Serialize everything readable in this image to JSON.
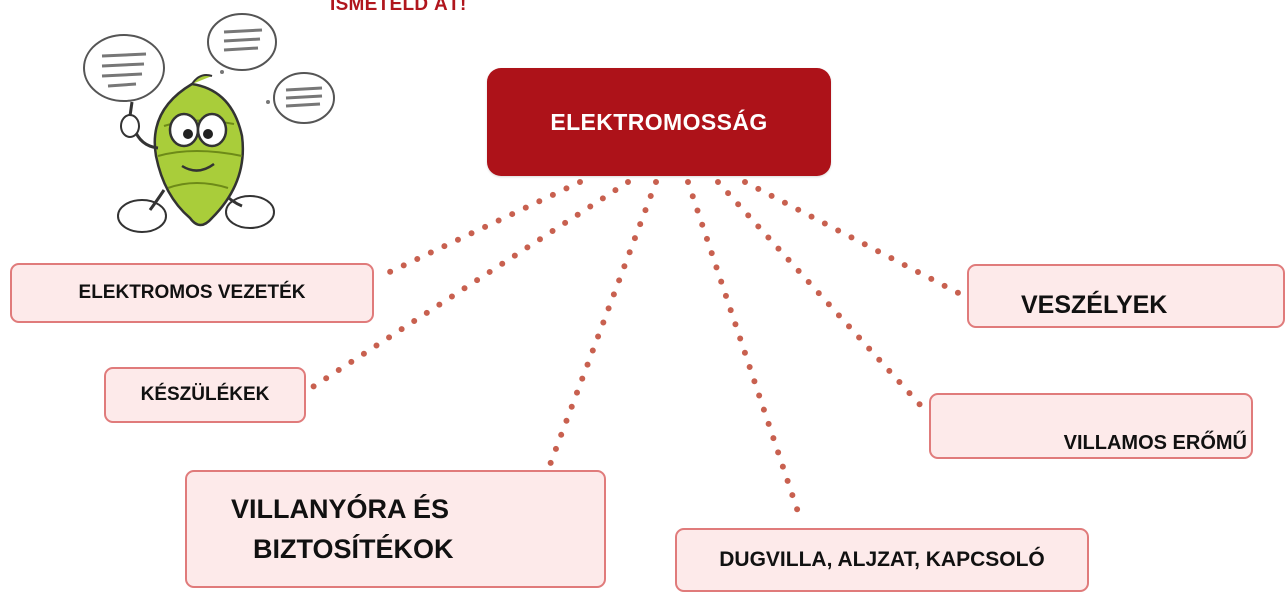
{
  "heading": "ISMÉTELD ÁT!",
  "center": {
    "label": "ELEKTROMOSSÁG"
  },
  "nodes": {
    "vezetek": "ELEKTROMOS VEZETÉK",
    "keszulekek": "KÉSZÜLÉKEK",
    "villanyora_line1": "VILLANYÓRA ÉS",
    "villanyora_line2": "BIZTOSÍTÉKOK",
    "dugvilla": "DUGVILLA, ALJZAT, KAPCSOLÓ",
    "eromu": "VILLAMOS ERŐMŰ",
    "veszelyek": "VESZÉLYEK"
  },
  "colors": {
    "accent": "#ad1219",
    "node_fill": "#fdeaea",
    "node_border": "#e07b7b",
    "dots": "#c8604f"
  },
  "icons": {
    "mascot": "hop-cone-thinking-mascot"
  }
}
